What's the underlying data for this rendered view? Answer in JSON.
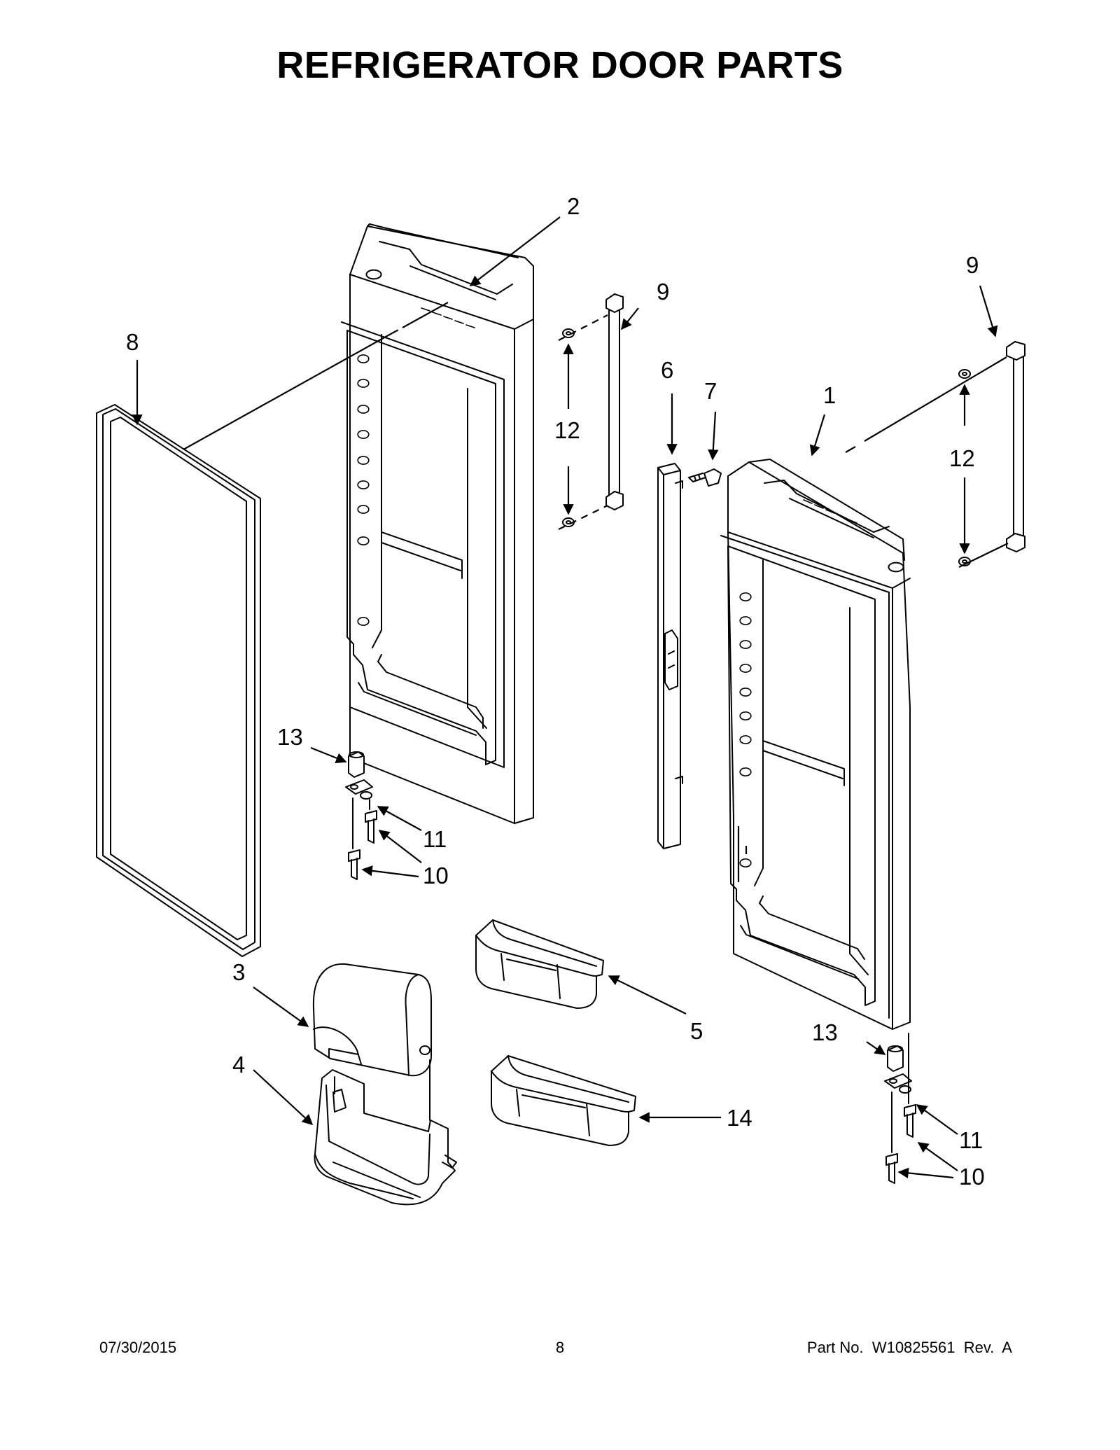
{
  "title": "REFRIGERATOR DOOR PARTS",
  "callouts": {
    "c1": "1",
    "c2": "2",
    "c3": "3",
    "c4": "4",
    "c5": "5",
    "c6": "6",
    "c7": "7",
    "c8": "8",
    "c9a": "9",
    "c9b": "9",
    "c10a": "10",
    "c10b": "10",
    "c11a": "11",
    "c11b": "11",
    "c12a": "12",
    "c12b": "12",
    "c13a": "13",
    "c13b": "13",
    "c14": "14"
  },
  "footer": {
    "date": "07/30/2015",
    "page": "8",
    "part": "Part No.  W10825561  Rev.  A"
  }
}
